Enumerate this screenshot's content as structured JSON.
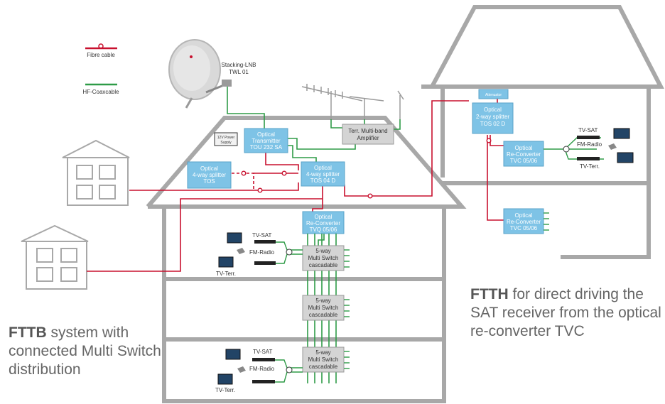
{
  "legend": {
    "fibre": {
      "label": "Fibre cable",
      "color": "#c8102e"
    },
    "coax": {
      "label": "HF-Coaxcable",
      "color": "#2e9b47"
    }
  },
  "lnb_label": [
    "Stacking-LNB",
    "TWL 01"
  ],
  "power_supply": [
    "12V Power",
    "Supply"
  ],
  "transmitter": [
    "Optical",
    "Transmitter",
    "TOU 232 SA"
  ],
  "amplifier": [
    "Terr. Multi-band",
    "Amplifier"
  ],
  "splitter4": [
    "Optical",
    "4-way splitter",
    "TOS"
  ],
  "splitter4d": [
    "Optical",
    "4-way splitter",
    "TOS 04 D"
  ],
  "reconverter_main": [
    "Optical",
    "Re-Converter",
    "TVQ 05/06"
  ],
  "multiswitch": [
    "5-way",
    "Multi Switch",
    "cascadable"
  ],
  "attenuator": "Attenuator",
  "splitter2": [
    "Optical",
    "2-way splitter",
    "TOS 02 D"
  ],
  "reconverter_tvc": [
    "Optical",
    "Re-Converter",
    "TVC 05/06"
  ],
  "device_labels": {
    "sat": "TV-SAT",
    "radio": "FM-Radio",
    "terr": "TV-Terr."
  },
  "caption_fttb": {
    "bold": "FTTB",
    "rest": " system with connected Multi Switch distribution"
  },
  "caption_ftth": {
    "bold": "FTTH",
    "rest": " for direct driving the SAT receiver from the optical re-converter TVC"
  },
  "colors": {
    "house_outline": "#a8a8a8",
    "box_blue": "#7ec3e6",
    "box_gray": "#d4d4d4",
    "fibre": "#c8102e",
    "coax": "#2e9b47"
  }
}
